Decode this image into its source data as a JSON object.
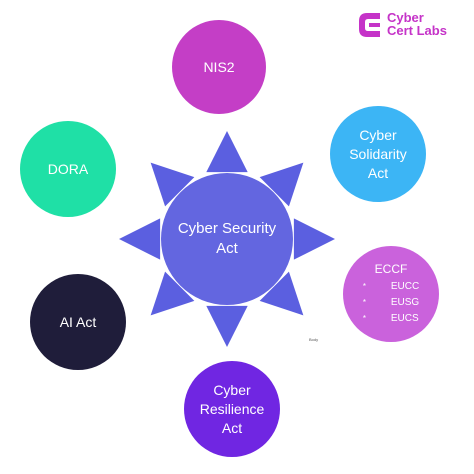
{
  "brand": {
    "line1": "Cyber",
    "line2": "Cert Labs",
    "color": "#c533c8"
  },
  "center": {
    "line1": "Cyber Security",
    "line2": "Act",
    "color": "#6366e0",
    "star_color": "#5b5fe0"
  },
  "nodes": {
    "nis2": {
      "label": "NIS2",
      "color": "#c43ec6"
    },
    "dora": {
      "label": "DORA",
      "color": "#1fe0a6"
    },
    "solidarity": {
      "line1": "Cyber",
      "line2": "Solidarity",
      "line3": "Act",
      "color": "#3cb5f5"
    },
    "eccf": {
      "title": "ECCF",
      "items": [
        "EUCC",
        "EUSG",
        "EUCS"
      ],
      "color": "#ca62dc"
    },
    "ai_act": {
      "label": "AI Act",
      "color": "#1f1d3a"
    },
    "resilience": {
      "line1": "Cyber",
      "line2": "Resilience",
      "line3": "Act",
      "color": "#7026e2"
    }
  },
  "small_label": "Body"
}
